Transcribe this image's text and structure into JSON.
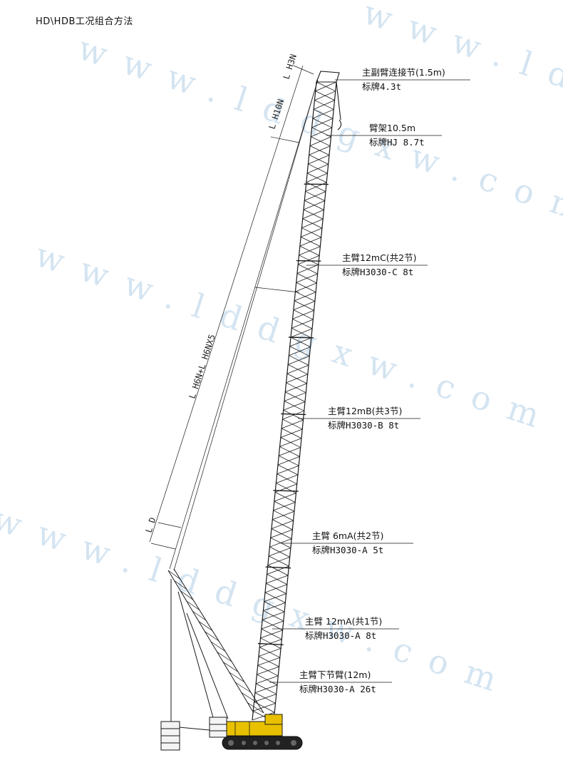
{
  "title": "HD\\HDB工况组合方法",
  "watermark_text": "www.lddgxw.com",
  "colors": {
    "line": "#1a1a1a",
    "watermark": "#b9d3e8",
    "carbody": "#e8c000"
  },
  "dimensions": {
    "l_h3n": "L H3N",
    "l_h10n": "L H10N",
    "l_main": "L H6N+L H6NX5",
    "l_d": "L D"
  },
  "components": [
    {
      "name": "主副臂连接节(1.5m)",
      "tag": "标牌4.3t"
    },
    {
      "name": "臂架10.5m",
      "tag": "标牌HJ 8.7t"
    },
    {
      "name": "主臂12mC(共2节)",
      "tag": "标牌H3030-C 8t"
    },
    {
      "name": "主臂12mB(共3节)",
      "tag": "标牌H3030-B 8t"
    },
    {
      "name": "主臂 6mA(共2节)",
      "tag": "标牌H3030-A 5t"
    },
    {
      "name": "主臂 12mA(共1节)",
      "tag": "标牌H3030-A 8t"
    },
    {
      "name": "主臂下节臂(12m)",
      "tag": "标牌H3030-A 26t"
    }
  ]
}
